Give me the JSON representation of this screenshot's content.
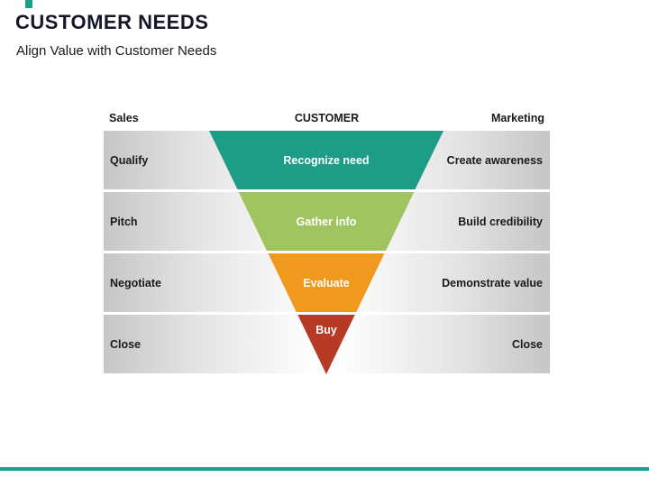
{
  "slide": {
    "title": "CUSTOMER NEEDS",
    "subtitle": "Align Value with Customer Needs"
  },
  "diagram": {
    "headers": {
      "left": "Sales",
      "center": "CUSTOMER",
      "right": "Marketing"
    },
    "rows": [
      {
        "sales": "Qualify",
        "funnel": "Recognize need",
        "marketing": "Create awareness",
        "color": "#1d9d86"
      },
      {
        "sales": "Pitch",
        "funnel": "Gather info",
        "marketing": "Build credibility",
        "color": "#a0c45f"
      },
      {
        "sales": "Negotiate",
        "funnel": "Evaluate",
        "marketing": "Demonstrate value",
        "color": "#f0991f"
      },
      {
        "sales": "Close",
        "funnel": "Buy",
        "marketing": "Close",
        "color": "#b63a26"
      }
    ],
    "colors": {
      "accent": "#1e9e8f",
      "band_gray": "#c6c6c6"
    }
  }
}
